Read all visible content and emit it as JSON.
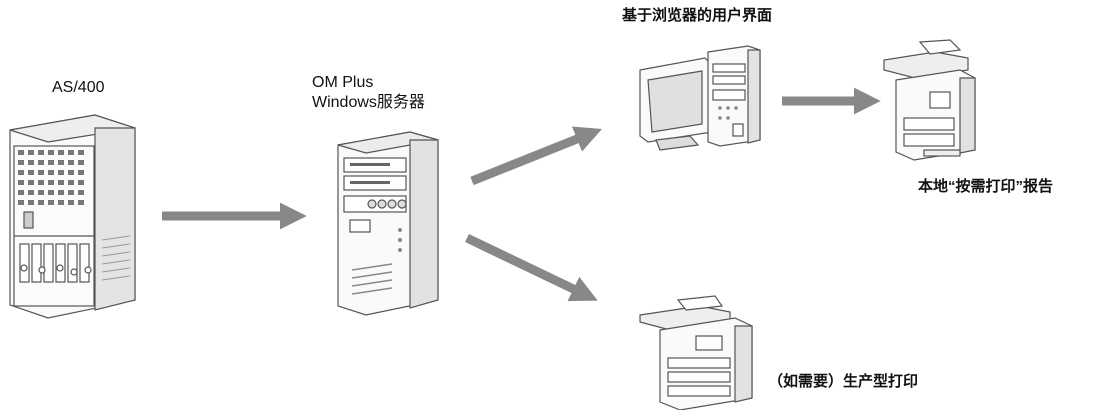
{
  "nodes": {
    "as400": {
      "label": "AS/400",
      "icon": "mainframe-icon"
    },
    "server": {
      "label_line1": "OM Plus",
      "label_line2": "Windows服务器",
      "icon": "server-tower-icon"
    },
    "browser": {
      "label": "基于浏览器的用户界面",
      "icon": "desktop-computer-icon"
    },
    "local_printer": {
      "label": "本地“按需打印”报告",
      "icon": "printer-icon"
    },
    "production_printer": {
      "label": "（如需要）生产型打印",
      "icon": "production-printer-icon"
    }
  },
  "colors": {
    "arrow": "#888888",
    "outline": "#555555",
    "fill": "#f4f4f4"
  }
}
